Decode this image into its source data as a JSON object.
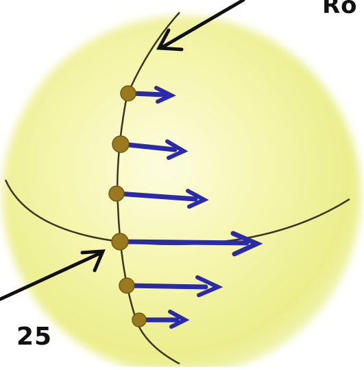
{
  "labels": {
    "top": "Ro",
    "bottom": "25"
  },
  "colors": {
    "sphere_center": "#fdfbd2",
    "sphere_mid": "#f3f3a0",
    "sphere_edge": "#e6ea7a",
    "line": "#3a3420",
    "dot": "#9a7a1e",
    "arrow": "#2b2aa8",
    "pointer": "#111111"
  },
  "diagram": {
    "description_free": true,
    "velocity_arrow_count": 6
  }
}
